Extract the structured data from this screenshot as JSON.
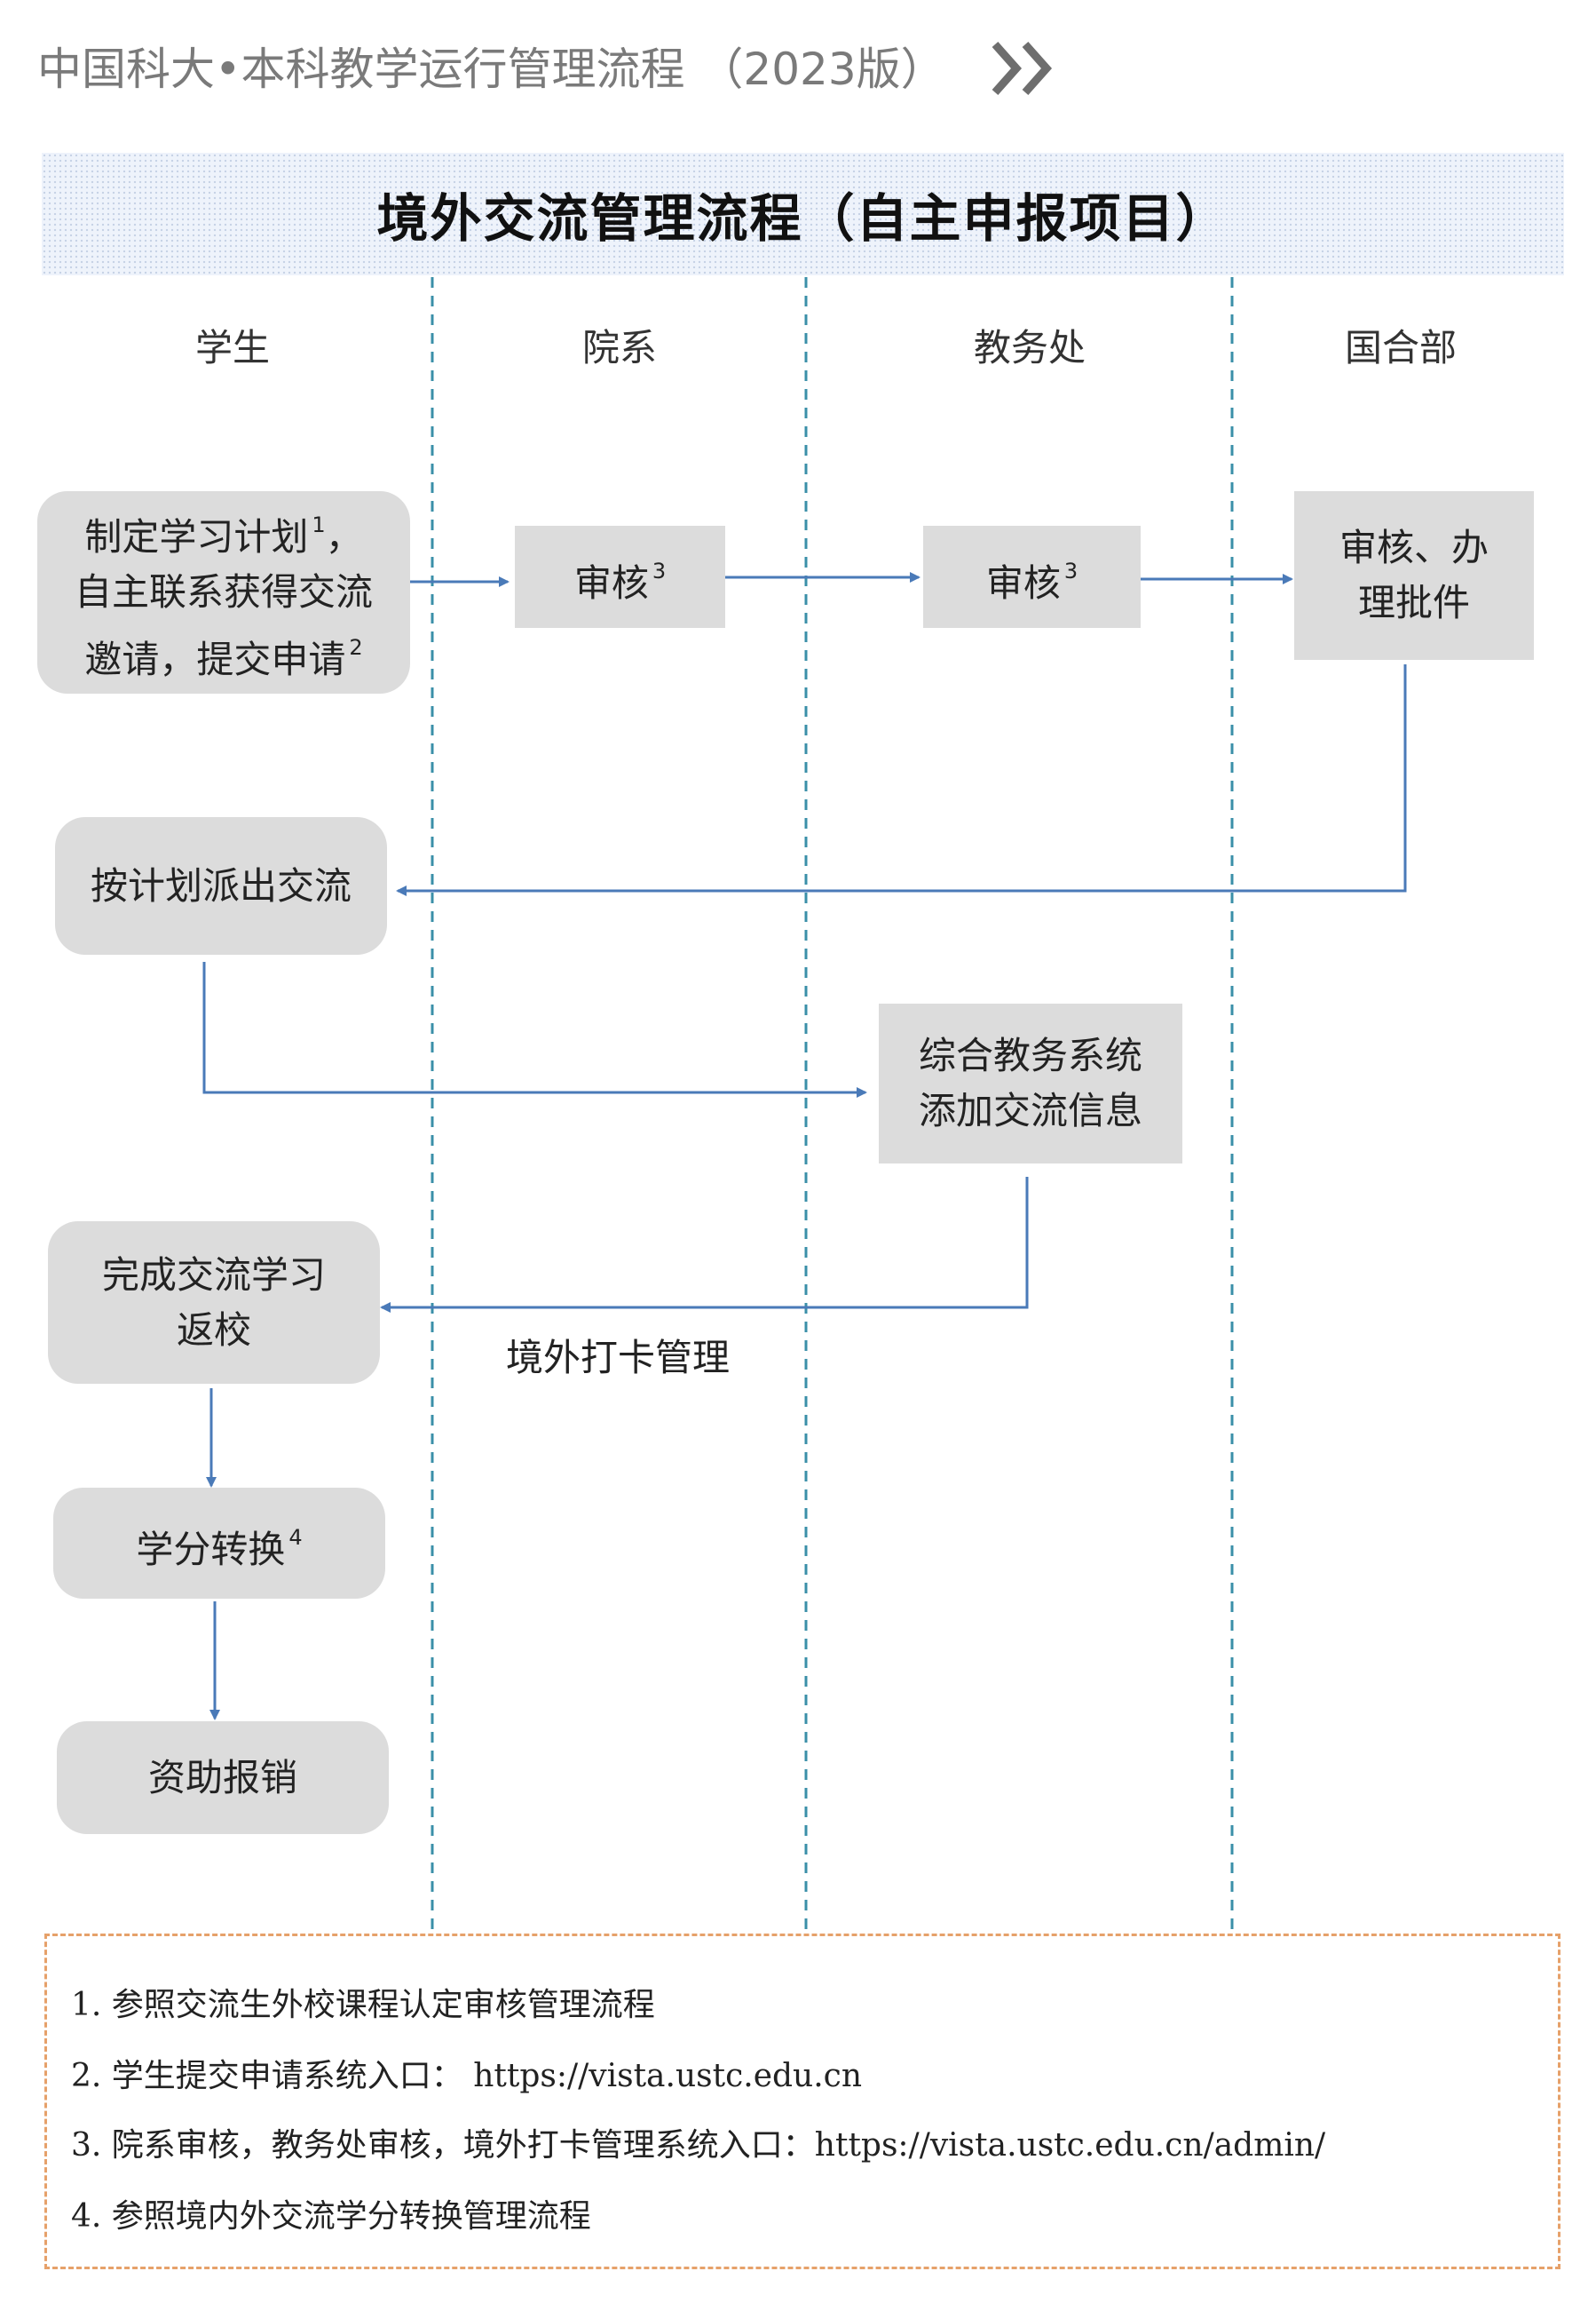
{
  "header": {
    "title": "中国科大•本科教学运行管理流程 （2023版）"
  },
  "banner": {
    "title": "境外交流管理流程（自主申报项目）"
  },
  "lanes": [
    "学生",
    "院系",
    "教务处",
    "国合部"
  ],
  "nodes": {
    "plan": {
      "line1": "制定学习计划",
      "sup1": "1",
      "line1_tail": "，",
      "line2": "自主联系获得交流",
      "line3": "邀请，提交申请",
      "sup3": "2"
    },
    "dept_review": {
      "label": "审核",
      "sup": "3"
    },
    "office_review": {
      "label": "审核",
      "sup": "3"
    },
    "intl_approve": {
      "line1": "审核、办",
      "line2": "理批件"
    },
    "dispatch": {
      "label": "按计划派出交流"
    },
    "add_info": {
      "line1": "综合教务系统",
      "line2": "添加交流信息"
    },
    "finish": {
      "line1": "完成交流学习",
      "line2": "返校"
    },
    "credit": {
      "label": "学分转换",
      "sup": "4"
    },
    "reimburse": {
      "label": "资助报销"
    }
  },
  "edge_labels": {
    "checkin": "境外打卡管理"
  },
  "notes": [
    "1. 参照交流生外校课程认定审核管理流程",
    "2. 学生提交申请系统入口：  https://vista.ustc.edu.cn",
    "3. 院系审核，教务处审核，境外打卡管理系统入口：https://vista.ustc.edu.cn/admin/",
    "4. 参照境内外交流学分转换管理流程"
  ],
  "colors": {
    "arrow": "#4a7ab8",
    "lane_divider": "#3a8fa8",
    "box_fill": "#dcdcdc",
    "notes_border": "#e6a16a"
  }
}
